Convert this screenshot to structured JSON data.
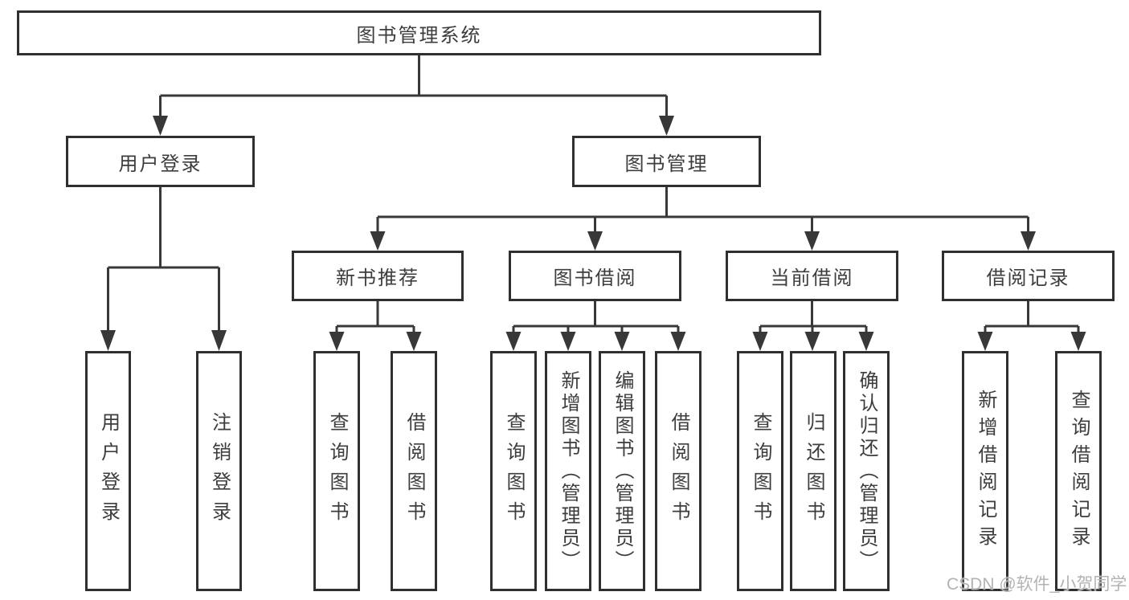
{
  "nodes": {
    "root": "图书管理系统",
    "user_login": "用户登录",
    "book_management": "图书管理",
    "new_book_recommend": "新书推荐",
    "book_borrow": "图书借阅",
    "current_borrow": "当前借阅",
    "borrow_record": "借阅记录",
    "leaf_user_login": "用户登录",
    "leaf_logout": "注销登录",
    "leaf_nbr_query_book": "查询图书",
    "leaf_nbr_borrow_book": "借阅图书",
    "leaf_bb_query_book": "查询图书",
    "leaf_bb_add_book": "新增图书（管理员）",
    "leaf_bb_edit_book": "编辑图书（管理员）",
    "leaf_bb_borrow_book": "借阅图书",
    "leaf_cb_query_book": "查询图书",
    "leaf_cb_return_book": "归还图书",
    "leaf_cb_confirm_return": "确认归还（管理员）",
    "leaf_br_add_record": "新增借阅记录",
    "leaf_br_query_record": "查询借阅记录"
  },
  "watermark": "CSDN @软件_小贺同学",
  "colors": {
    "border": "#2f2f2f",
    "text": "#3d3d3d",
    "line": "#383838",
    "watermark": "#b3b3b3",
    "background": "#ffffff"
  }
}
